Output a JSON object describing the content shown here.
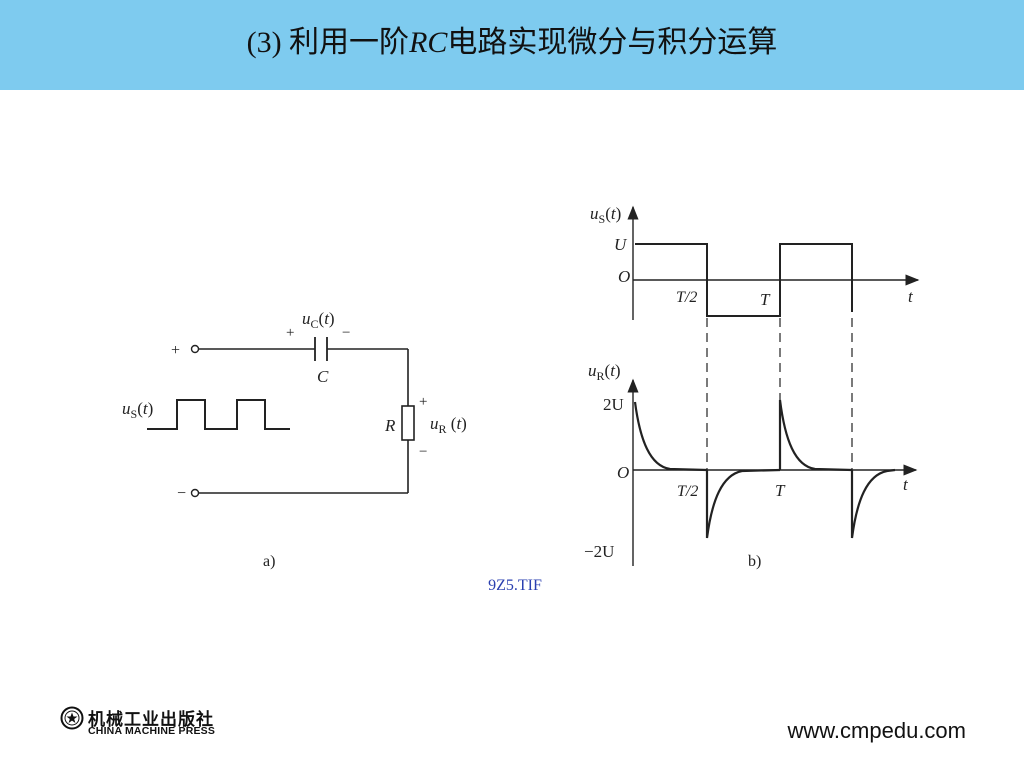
{
  "header": {
    "title_prefix": "(3) 利用一阶",
    "title_rc": "RC",
    "title_suffix": "电路实现微分与积分运算"
  },
  "figure_a": {
    "plus": "+",
    "minus": "−",
    "uc_plus": "+",
    "uc_minus": "−",
    "ur_plus": "+",
    "ur_minus": "−",
    "caption": "a)"
  },
  "figure_b": {
    "caption": "b)",
    "top_tick_U": "U",
    "top_origin": "O",
    "top_t": "t",
    "top_half_period": "T/2",
    "top_period": "T",
    "bottom_tick_2U": "2U",
    "bottom_tick_neg2U": "−2U",
    "bottom_origin": "O",
    "bottom_t": "t",
    "bottom_half_period": "T/2",
    "bottom_period": "T"
  },
  "file_caption": "9Z5.TIF",
  "footer": {
    "publisher_cn": "机械工业出版社",
    "publisher_en": "CHINA MACHINE PRESS",
    "website": "www.cmpedu.com"
  }
}
